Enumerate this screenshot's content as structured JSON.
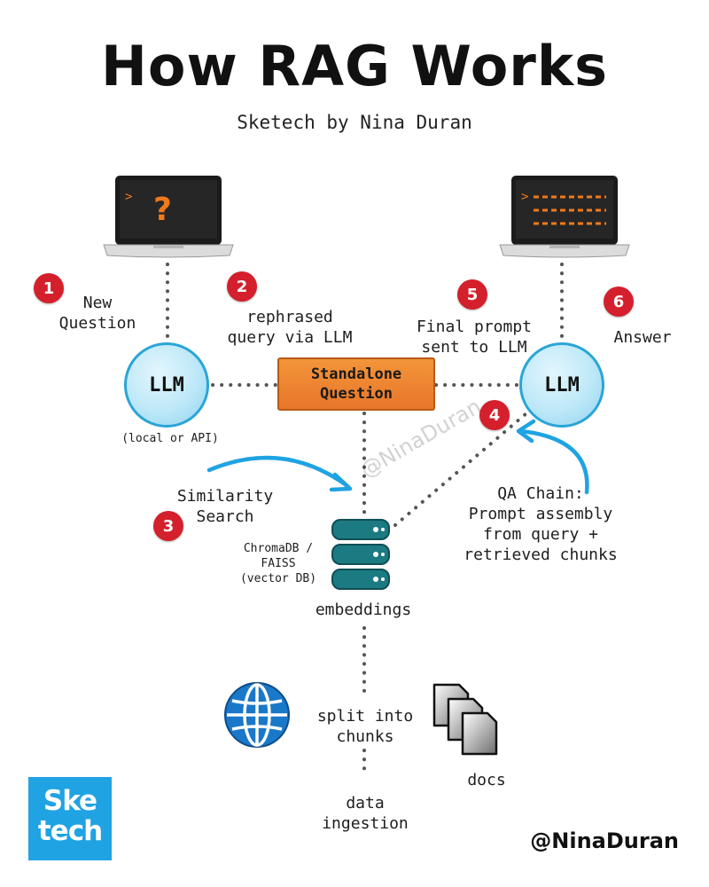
{
  "title": "How RAG Works",
  "subtitle": "Sketech by Nina Duran",
  "laptops": {
    "left": {
      "prompt": ">",
      "mark": "?"
    },
    "right": {
      "prompt": ">"
    }
  },
  "steps": [
    {
      "number": "1",
      "label": "New\nQuestion"
    },
    {
      "number": "2",
      "label": "rephrased\nquery via LLM"
    },
    {
      "number": "3",
      "label": "Similarity\nSearch"
    },
    {
      "number": "4",
      "label": "QA Chain:\nPrompt assembly\nfrom query +\nretrieved chunks"
    },
    {
      "number": "5",
      "label": "Final prompt\nsent to LLM"
    },
    {
      "number": "6",
      "label": "Answer"
    }
  ],
  "llm_left": {
    "label": "LLM",
    "caption": "(local or API)"
  },
  "llm_right": {
    "label": "LLM"
  },
  "standalone_box": "Standalone\nQuestion",
  "vector_db": {
    "caption": "ChromaDB /\nFAISS\n(vector DB)",
    "label": "embeddings"
  },
  "ingestion": {
    "split_label": "split into\nchunks",
    "data_label": "data\ningestion",
    "docs_label": "docs"
  },
  "watermark": "@NinaDuran",
  "logo_text": "Ske\ntech",
  "handle": "@NinaDuran",
  "colors": {
    "badge": "#d4202c",
    "llm_fill": "#bde8f8",
    "llm_border": "#2aa5d6",
    "standalone_box": "#ee8331",
    "database": "#1c7a82",
    "arrow": "#1fa3e2",
    "globe": "#1a78c8",
    "terminal_orange": "#f07a1a",
    "logo": "#1fa3e2"
  }
}
